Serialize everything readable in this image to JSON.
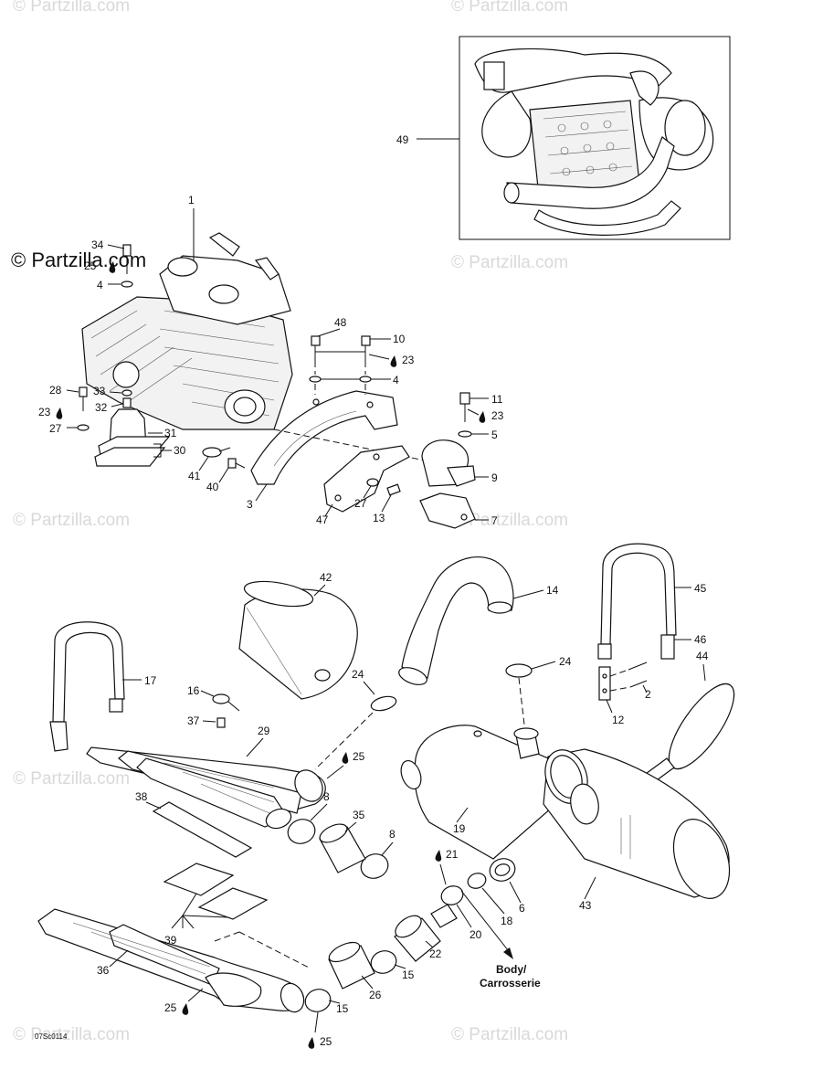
{
  "watermarks": {
    "main": "© Partzilla.com",
    "faint": "© Partzilla.com"
  },
  "footer": {
    "drawing_code": "07Sc0114"
  },
  "callout": {
    "line1": "Body/",
    "line2": "Carrosserie"
  },
  "labels": {
    "l1": "1",
    "l2": "2",
    "l3": "3",
    "l4a": "4",
    "l4b": "4",
    "l5": "5",
    "l6": "6",
    "l7": "7",
    "l8a": "8",
    "l8b": "8",
    "l9": "9",
    "l10": "10",
    "l11": "11",
    "l12": "12",
    "l13": "13",
    "l14": "14",
    "l15a": "15",
    "l15b": "15",
    "l16": "16",
    "l17": "17",
    "l18": "18",
    "l19": "19",
    "l20": "20",
    "l21": "21",
    "l22": "22",
    "l23a": "23",
    "l23b": "23",
    "l23c": "23",
    "l24a": "24",
    "l24b": "24",
    "l25a": "25",
    "l25b": "25",
    "l25c": "25",
    "l25d": "25",
    "l26": "26",
    "l27a": "27",
    "l27b": "27",
    "l28": "28",
    "l29": "29",
    "l30": "30",
    "l31": "31",
    "l32": "32",
    "l33": "33",
    "l34": "34",
    "l35": "35",
    "l36": "36",
    "l37": "37",
    "l38": "38",
    "l39": "39",
    "l40": "40",
    "l41": "41",
    "l42": "42",
    "l43": "43",
    "l44": "44",
    "l45": "45",
    "l46": "46",
    "l47": "47",
    "l48": "48",
    "l49": "49"
  }
}
